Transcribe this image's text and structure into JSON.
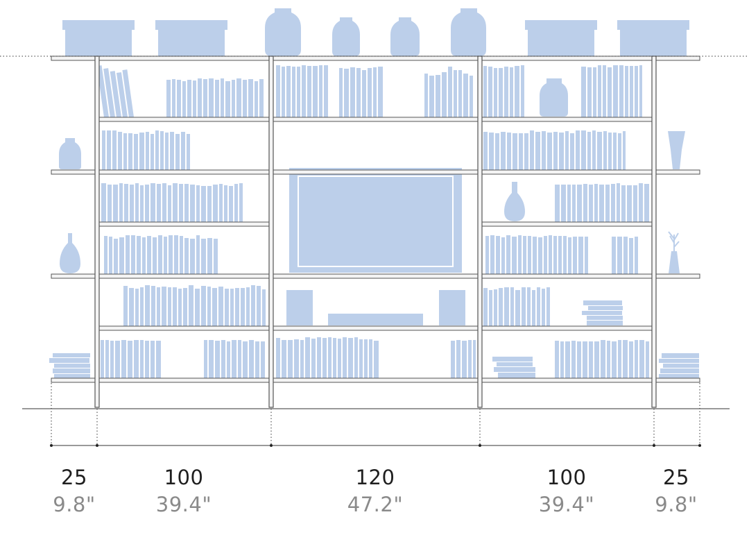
{
  "colors": {
    "item_fill": "#bccfea",
    "shelf_fill": "#f4f4f4",
    "frame_stroke": "#555555",
    "line": "#222222",
    "cm_text": "#1f1f1f",
    "inch_text": "#8a8a8a"
  },
  "dimensions": [
    {
      "cm": "25",
      "inches": "9.8\""
    },
    {
      "cm": "100",
      "inches": "39.4\""
    },
    {
      "cm": "120",
      "inches": "47.2\""
    },
    {
      "cm": "100",
      "inches": "39.4\""
    },
    {
      "cm": "25",
      "inches": "9.8\""
    }
  ]
}
